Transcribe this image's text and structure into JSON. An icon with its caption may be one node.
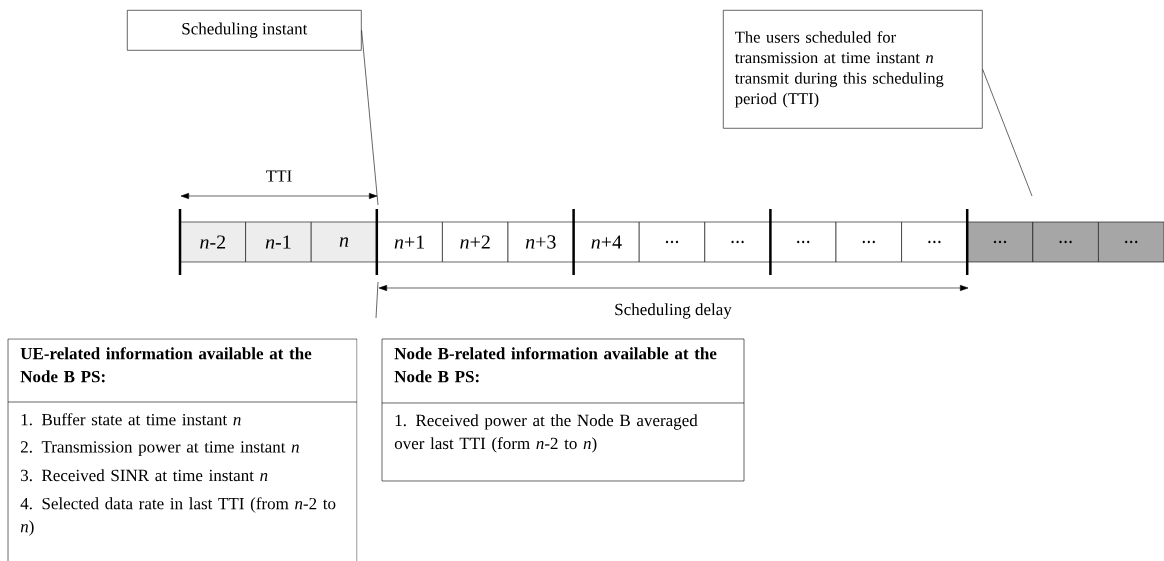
{
  "diagram": {
    "nodes": [
      {
        "text": [
          "Scheduling instant"
        ]
      },
      {
        "text": [
          "The users scheduled for transmission at time instant *n* transmit during this scheduling period (TTI)"
        ]
      },
      {
        "text": [
          "*n*-2"
        ]
      },
      {
        "text": [
          "*n*-1"
        ]
      },
      {
        "text": [
          "*n*"
        ]
      },
      {
        "text": [
          "*n*+1"
        ]
      },
      {
        "text": [
          "*n*+2"
        ]
      },
      {
        "text": [
          "*n*+3"
        ]
      },
      {
        "text": [
          "*n*+4"
        ]
      },
      {
        "text": [
          "..."
        ]
      },
      {
        "text": [
          "..."
        ]
      },
      {
        "text": [
          "..."
        ]
      },
      {
        "text": [
          "..."
        ]
      },
      {
        "text": [
          "..."
        ]
      },
      {
        "text": [
          "..."
        ]
      },
      {
        "text": [
          "..."
        ]
      },
      {
        "text": [
          "..."
        ]
      },
      {
        "text": [
          "UE-related information available at the Node B PS:",
          "1. Buffer state at time instant *n*",
          "2. Transmission power at time instant *n*",
          "3. Received SINR at time instant *n*",
          "4. Selected data rate in last TTI (from *n*-2 to *n*)"
        ]
      },
      {
        "text": [
          "Node B-related information available at the Node B PS:",
          "1. Received power at the Node B averaged over last TTI (form *n*-2 to *n*)"
        ]
      }
    ],
    "edges": [
      {
        "from": 0,
        "to": null,
        "arrow": "none"
      },
      {
        "from": 1,
        "to": null,
        "arrow": "none"
      }
    ],
    "labels": [
      "TTI",
      "Scheduling delay"
    ]
  }
}
